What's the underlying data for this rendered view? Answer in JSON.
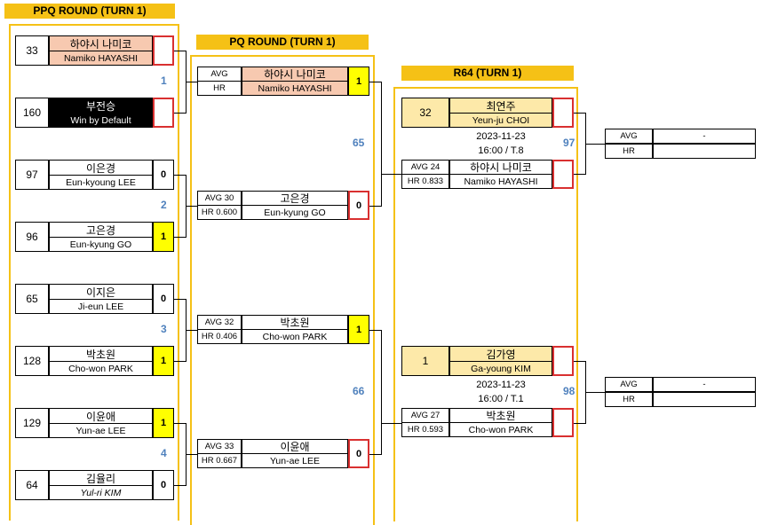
{
  "headers": {
    "ppq": "PPQ ROUND (TURN 1)",
    "pq": "PQ ROUND (TURN 1)",
    "r64": "R64 (TURN 1)"
  },
  "ppq_matches": [
    {
      "match_no": "1",
      "top": {
        "seed": "33",
        "name_ko": "하야시 나미코",
        "name_en": "Namiko HAYASHI",
        "score": ""
      },
      "bottom": {
        "seed": "160",
        "name_ko": "부전승",
        "name_en": "Win by Default",
        "score": ""
      }
    },
    {
      "match_no": "2",
      "top": {
        "seed": "97",
        "name_ko": "이은경",
        "name_en": "Eun-kyoung LEE",
        "score": "0"
      },
      "bottom": {
        "seed": "96",
        "name_ko": "고은경",
        "name_en": "Eun-kyung GO",
        "score": "1"
      }
    },
    {
      "match_no": "3",
      "top": {
        "seed": "65",
        "name_ko": "이지은",
        "name_en": "Ji-eun LEE",
        "score": "0"
      },
      "bottom": {
        "seed": "128",
        "name_ko": "박초원",
        "name_en": "Cho-won PARK",
        "score": "1"
      }
    },
    {
      "match_no": "4",
      "top": {
        "seed": "129",
        "name_ko": "이윤애",
        "name_en": "Yun-ae LEE",
        "score": "1"
      },
      "bottom": {
        "seed": "64",
        "name_ko": "김율리",
        "name_en": "Yul-ri KIM",
        "score": "0"
      }
    }
  ],
  "pq_players": [
    {
      "avg": "AVG",
      "hr": "HR",
      "name_ko": "하야시 나미코",
      "name_en": "Namiko HAYASHI",
      "score": "1"
    },
    {
      "avg": "AVG 30",
      "hr": "HR 0.600",
      "name_ko": "고은경",
      "name_en": "Eun-kyung GO",
      "score": "0"
    },
    {
      "avg": "AVG 32",
      "hr": "HR 0.406",
      "name_ko": "박초원",
      "name_en": "Cho-won PARK",
      "score": "1"
    },
    {
      "avg": "AVG 33",
      "hr": "HR 0.667",
      "name_ko": "이윤애",
      "name_en": "Yun-ae LEE",
      "score": "0"
    }
  ],
  "pq_match_nos": [
    "65",
    "66"
  ],
  "r64_matches": [
    {
      "match_no": "97",
      "top": {
        "seed": "32",
        "name_ko": "최연주",
        "name_en": "Yeun-ju CHOI"
      },
      "date": "2023-11-23",
      "time_table": "16:00 / T.8",
      "bottom": {
        "avg": "AVG 24",
        "hr": "HR 0.833",
        "name_ko": "하야시 나미코",
        "name_en": "Namiko HAYASHI"
      },
      "result": {
        "avg": "AVG",
        "avg_value": "-",
        "hr": "HR",
        "hr_value": ""
      }
    },
    {
      "match_no": "98",
      "top": {
        "seed": "1",
        "name_ko": "김가영",
        "name_en": "Ga-young KIM"
      },
      "date": "2023-11-23",
      "time_table": "16:00 / T.1",
      "bottom": {
        "avg": "AVG 27",
        "hr": "HR 0.593",
        "name_ko": "박초원",
        "name_en": "Cho-won PARK"
      },
      "result": {
        "avg": "AVG",
        "avg_value": "-",
        "hr": "HR",
        "hr_value": ""
      }
    }
  ],
  "colors": {
    "header_yellow": "#f5c116",
    "winner_yellow": "#ffff00",
    "seed_peach": "#f7c9b0",
    "seed_lightyellow": "#fde9a9",
    "match_number_blue": "#4f81bd",
    "frame_red": "#d93030"
  }
}
